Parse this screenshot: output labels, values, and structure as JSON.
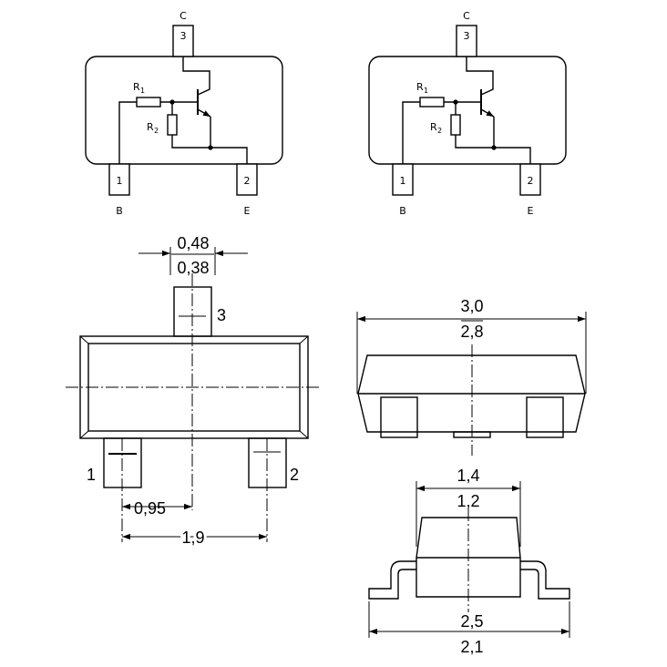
{
  "schematic": {
    "pin_collector": {
      "name": "C",
      "number": "3"
    },
    "pin_base": {
      "name": "B",
      "number": "1"
    },
    "pin_emitter": {
      "name": "E",
      "number": "2"
    },
    "r1": {
      "letter": "R",
      "index": "1"
    },
    "r2": {
      "letter": "R",
      "index": "2"
    }
  },
  "top_view": {
    "lead_width_max": "0,48",
    "lead_width_min": "0,38",
    "pin_label_3": "3",
    "pin_label_1": "1",
    "pin_label_2": "2",
    "pitch_half": "0,95",
    "pitch_full": "1,9"
  },
  "side_view": {
    "length_max": "3,0",
    "length_min": "2,8"
  },
  "end_view": {
    "body_width_max": "1,4",
    "body_width_min": "1,2",
    "overall_width_max": "2,5",
    "overall_width_min": "2,1"
  }
}
